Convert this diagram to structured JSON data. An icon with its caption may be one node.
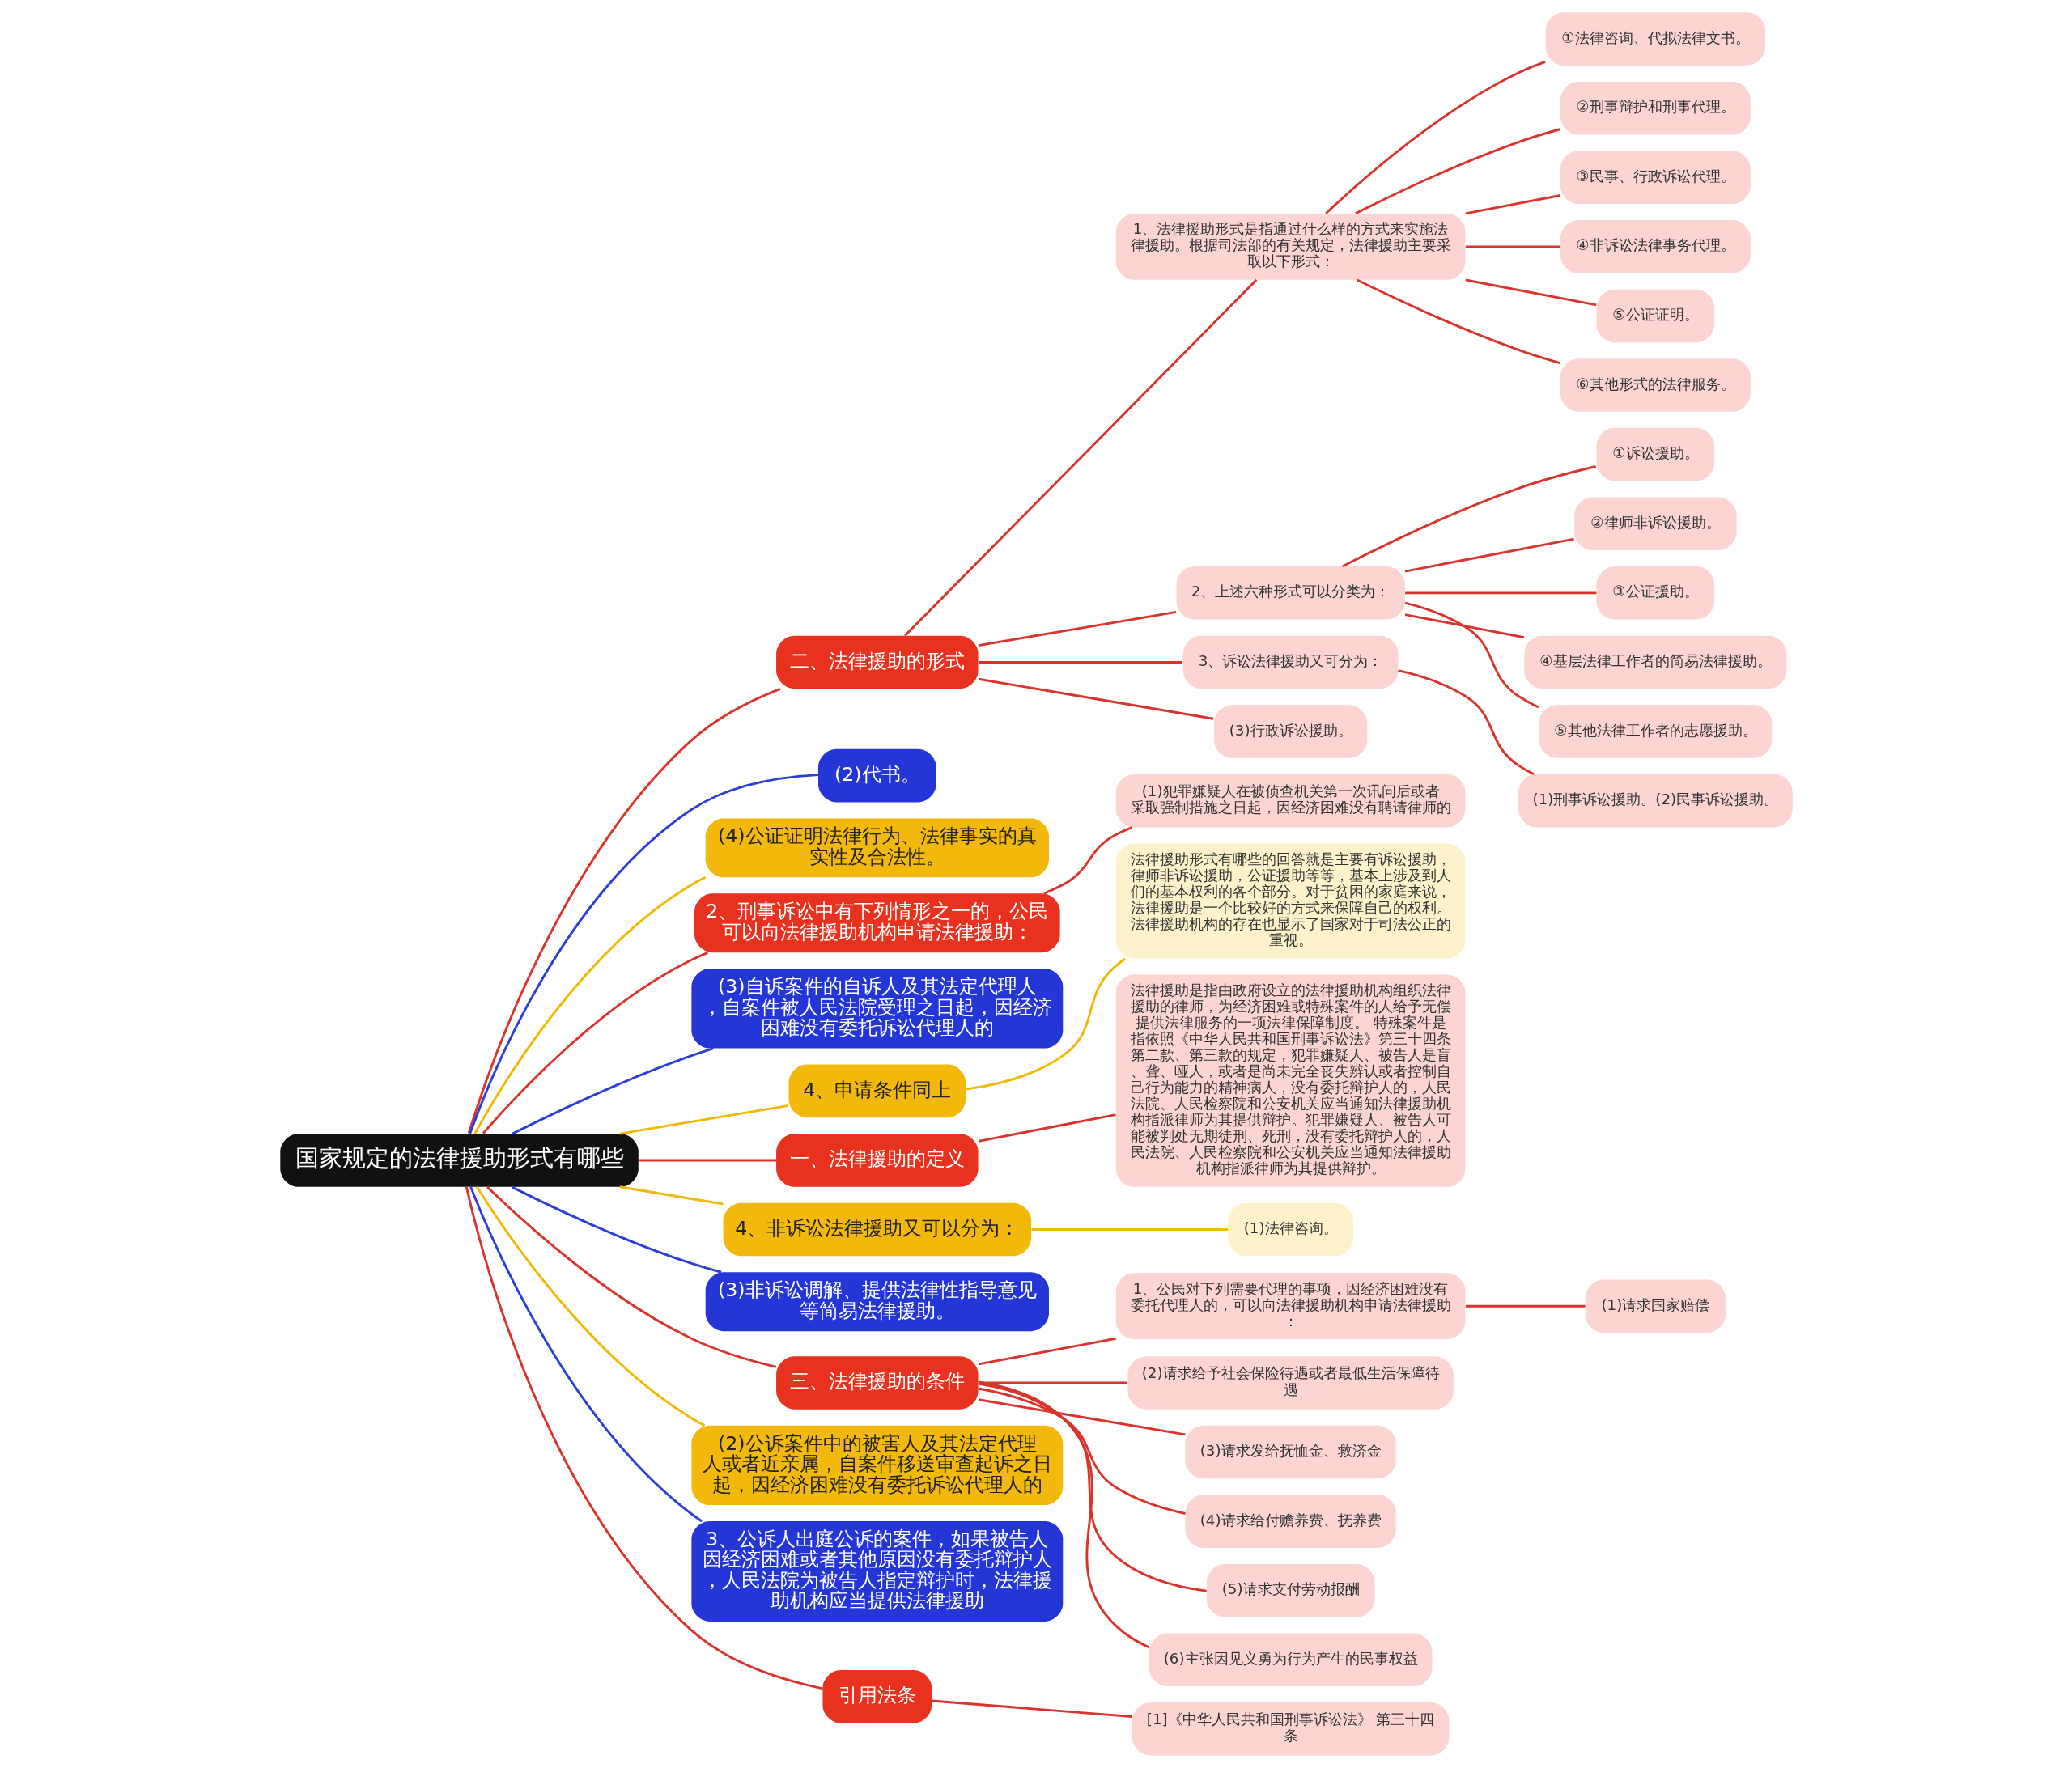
{
  "diagram": {
    "nodes": [
      {
        "text": [
          "国家规定的法律援助形式有哪些"
        ]
      },
      {
        "text": [
          "二、法律援助的形式"
        ]
      },
      {
        "text": [
          "1、法律援助形式是指通过什么样的方式来实施法律援助。根据司法部的有关规定，法律援助主要采取以下形式："
        ]
      },
      {
        "text": [
          "①法律咨询、代拟法律文书。"
        ]
      },
      {
        "text": [
          "②刑事辩护和刑事代理。"
        ]
      },
      {
        "text": [
          "③民事、行政诉讼代理。"
        ]
      },
      {
        "text": [
          "④非诉讼法律事务代理。"
        ]
      },
      {
        "text": [
          "⑤公证证明。"
        ]
      },
      {
        "text": [
          "⑥其他形式的法律服务。"
        ]
      },
      {
        "text": [
          "2、上述六种形式可以分类为："
        ]
      },
      {
        "text": [
          "①诉讼援助。"
        ]
      },
      {
        "text": [
          "②律师非诉讼援助。"
        ]
      },
      {
        "text": [
          "③公证援助。"
        ]
      },
      {
        "text": [
          "④基层法律工作者的简易法律援助。"
        ]
      },
      {
        "text": [
          "⑤其他法律工作者的志愿援助。"
        ]
      },
      {
        "text": [
          "3、诉讼法律援助又可分为："
        ]
      },
      {
        "text": [
          "(1)刑事诉讼援助。(2)民事诉讼援助。"
        ]
      },
      {
        "text": [
          "(3)行政诉讼援助。"
        ]
      },
      {
        "text": [
          "(2)代书。"
        ]
      },
      {
        "text": [
          "(4)公证证明法律行为、法律事实的真实性及合法性。"
        ]
      },
      {
        "text": [
          "2、刑事诉讼中有下列情形之一的，公民可以向法律援助机构申请法律援助："
        ]
      },
      {
        "text": [
          "(1)犯罪嫌疑人在被侦查机关第一次讯问后或者采取强制措施之日起，因经济困难没有聘请律师的"
        ]
      },
      {
        "text": [
          "(3)自诉案件的自诉人及其法定代理人，自案件被人民法院受理之日起，因经济困难没有委托诉讼代理人的"
        ]
      },
      {
        "text": [
          "4、申请条件同上"
        ]
      },
      {
        "text": [
          "法律援助形式有哪些的回答就是主要有诉讼援助，律师非诉讼援助，公证援助等等，基本上涉及到人们的基本权利的各个部分。对于贫困的家庭来说，法律援助是一个比较好的方式来保障自己的权利。法律援助机构的存在也显示了国家对于司法公正的重视。"
        ]
      },
      {
        "text": [
          "一、法律援助的定义"
        ]
      },
      {
        "text": [
          "法律援助是指由政府设立的法律援助机构组织法律援助的律师，为经济困难或特殊案件的人给予无偿提供法律服务的一项法律保障制度。 特殊案件是指依照《中华人民共和国刑事诉讼法》第三十四条第二款、第三款的规定，犯罪嫌疑人、被告人是盲、聋、哑人，或者是尚未完全丧失辨认或者控制自己行为能力的精神病人，没有委托辩护人的，人民法院、人民检察院和公安机关应当通知法律援助机构指派律师为其提供辩护。犯罪嫌疑人、被告人可能被判处无期徒刑、死刑，没有委托辩护人的，人民法院、人民检察院和公安机关应当通知法律援助机构指派律师为其提供辩护。"
        ]
      },
      {
        "text": [
          "4、非诉讼法律援助又可以分为："
        ]
      },
      {
        "text": [
          "(1)法律咨询。"
        ]
      },
      {
        "text": [
          "(3)非诉讼调解、提供法律性指导意见等简易法律援助。"
        ]
      },
      {
        "text": [
          "三、法律援助的条件"
        ]
      },
      {
        "text": [
          "1、公民对下列需要代理的事项，因经济困难没有委托代理人的，可以向法律援助机构申请法律援助："
        ]
      },
      {
        "text": [
          "(1)请求国家赔偿"
        ]
      },
      {
        "text": [
          "(2)请求给予社会保险待遇或者最低生活保障待遇"
        ]
      },
      {
        "text": [
          "(3)请求发给抚恤金、救济金"
        ]
      },
      {
        "text": [
          "(4)请求给付赡养费、抚养费"
        ]
      },
      {
        "text": [
          "(5)请求支付劳动报酬"
        ]
      },
      {
        "text": [
          "(6)主张因见义勇为行为产生的民事权益"
        ]
      },
      {
        "text": [
          "(2)公诉案件中的被害人及其法定代理人或者近亲属，自案件移送审查起诉之日起，因经济困难没有委托诉讼代理人的"
        ]
      },
      {
        "text": [
          "3、公诉人出庭公诉的案件，如果被告人因经济困难或者其他原因没有委托辩护人，人民法院为被告人指定辩护时，法律援助机构应当提供法律援助"
        ]
      },
      {
        "text": [
          "引用法条"
        ]
      },
      {
        "text": [
          "[1]《中华人民共和国刑事诉讼法》 第三十四条"
        ]
      }
    ],
    "edges": [
      {
        "from": 0,
        "to": 1,
        "arrow": "none"
      },
      {
        "from": 1,
        "to": 2,
        "arrow": "none"
      },
      {
        "from": 2,
        "to": 3,
        "arrow": "none"
      },
      {
        "from": 2,
        "to": 4,
        "arrow": "none"
      },
      {
        "from": 2,
        "to": 5,
        "arrow": "none"
      },
      {
        "from": 2,
        "to": 6,
        "arrow": "none"
      },
      {
        "from": 2,
        "to": 7,
        "arrow": "none"
      },
      {
        "from": 2,
        "to": 8,
        "arrow": "none"
      },
      {
        "from": 1,
        "to": 9,
        "arrow": "none"
      },
      {
        "from": 9,
        "to": 10,
        "arrow": "none"
      },
      {
        "from": 9,
        "to": 11,
        "arrow": "none"
      },
      {
        "from": 9,
        "to": 12,
        "arrow": "none"
      },
      {
        "from": 9,
        "to": 13,
        "arrow": "none"
      },
      {
        "from": 9,
        "to": 14,
        "arrow": "none"
      },
      {
        "from": 1,
        "to": 15,
        "arrow": "none"
      },
      {
        "from": 15,
        "to": 16,
        "arrow": "none"
      },
      {
        "from": 1,
        "to": 17,
        "arrow": "none"
      },
      {
        "from": 0,
        "to": 18,
        "arrow": "none",
        "color": "#2a3fd8"
      },
      {
        "from": 0,
        "to": 19,
        "arrow": "none",
        "color": "#f0b800"
      },
      {
        "from": 0,
        "to": 20,
        "arrow": "none"
      },
      {
        "from": 20,
        "to": 21,
        "arrow": "none"
      },
      {
        "from": 0,
        "to": 22,
        "arrow": "none",
        "color": "#2a3fd8"
      },
      {
        "from": 0,
        "to": 23,
        "arrow": "none",
        "color": "#f0b800"
      },
      {
        "from": 23,
        "to": 24,
        "arrow": "none",
        "color": "#f0b800"
      },
      {
        "from": 0,
        "to": 25,
        "arrow": "none"
      },
      {
        "from": 25,
        "to": 26,
        "arrow": "none"
      },
      {
        "from": 0,
        "to": 27,
        "arrow": "none",
        "color": "#f0b800"
      },
      {
        "from": 27,
        "to": 28,
        "arrow": "none",
        "color": "#f0b800"
      },
      {
        "from": 0,
        "to": 29,
        "arrow": "none",
        "color": "#2a3fd8"
      },
      {
        "from": 0,
        "to": 30,
        "arrow": "none"
      },
      {
        "from": 30,
        "to": 31,
        "arrow": "none"
      },
      {
        "from": 31,
        "to": 32,
        "arrow": "none"
      },
      {
        "from": 30,
        "to": 33,
        "arrow": "none"
      },
      {
        "from": 30,
        "to": 34,
        "arrow": "none"
      },
      {
        "from": 30,
        "to": 35,
        "arrow": "none"
      },
      {
        "from": 30,
        "to": 36,
        "arrow": "none"
      },
      {
        "from": 30,
        "to": 37,
        "arrow": "none"
      },
      {
        "from": 0,
        "to": 38,
        "arrow": "none",
        "color": "#f0b800"
      },
      {
        "from": 0,
        "to": 39,
        "arrow": "none",
        "color": "#2a3fd8"
      },
      {
        "from": 0,
        "to": 40,
        "arrow": "none"
      },
      {
        "from": 40,
        "to": 41,
        "arrow": "none"
      }
    ]
  }
}
